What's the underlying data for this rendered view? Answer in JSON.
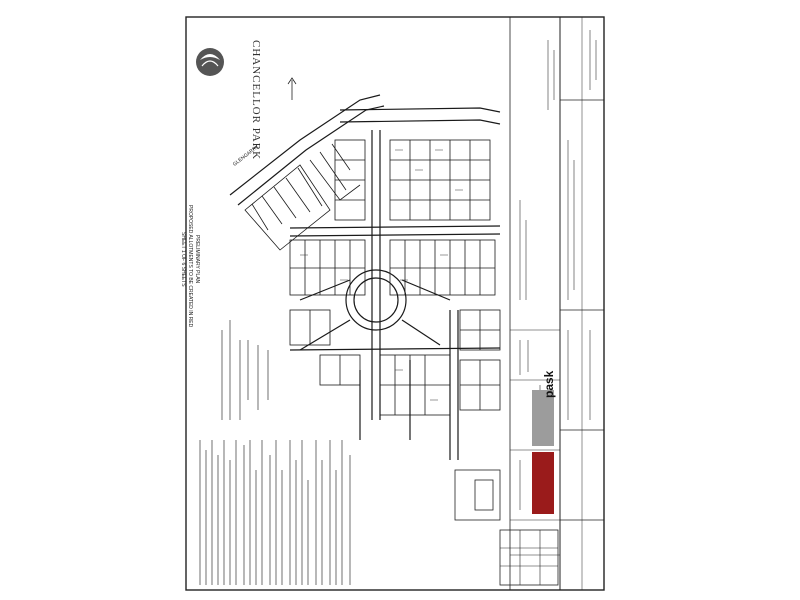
{
  "document": {
    "estate_name": "CHANCELLOR PARK",
    "plan_title": "PRELIMINARY PLAN",
    "plan_subtitle": "PROPOSED ALLOTMENTS TO BE CREATED IN RED",
    "sheet_info": "SHEET 1 OF 6 SHEETS",
    "consultant": "pask",
    "road_name": "GLENGARRY"
  },
  "colors": {
    "background": "#ffffff",
    "linework": "#1a1a1a",
    "logo_block": "#9c9c9c",
    "accent": "#9a1b1b"
  }
}
